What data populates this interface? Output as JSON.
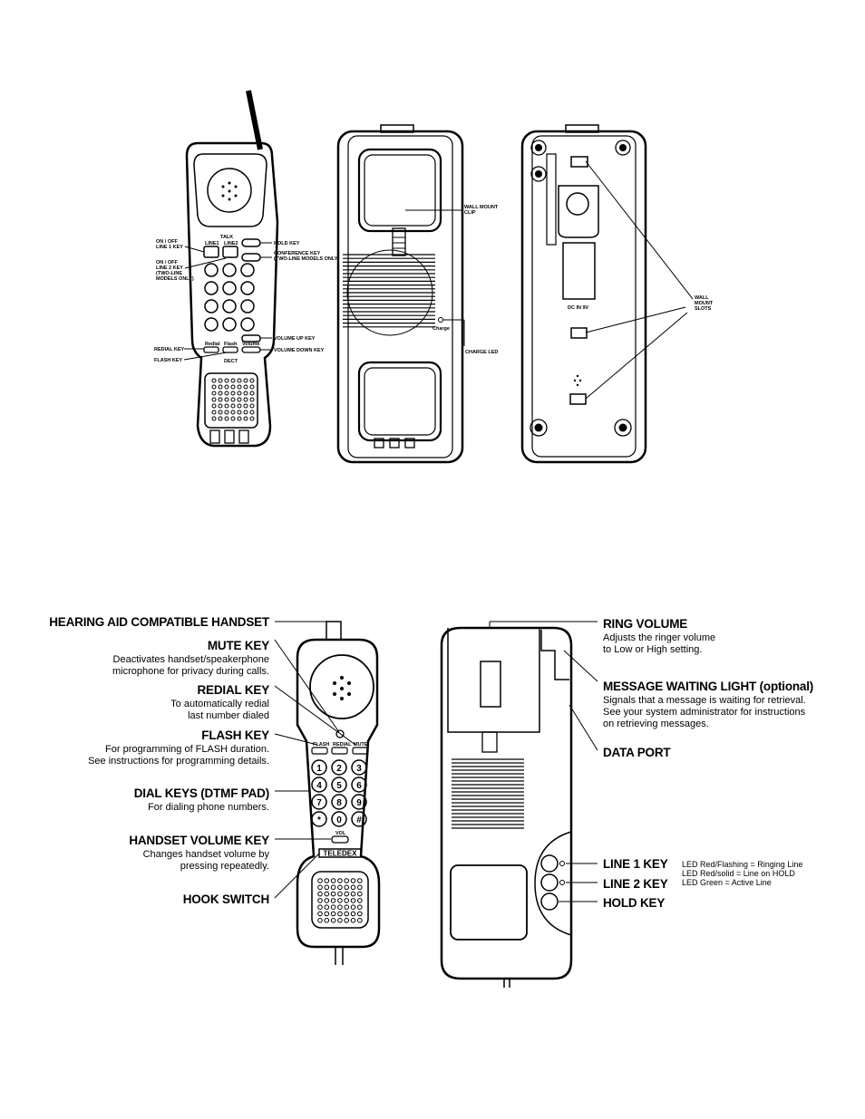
{
  "top_diagram": {
    "handset_labels": {
      "talk": "TALK",
      "line1_button": "LINE1",
      "line2_button": "LINE2",
      "redial_button": "Redial",
      "flash_button": "Flash",
      "volume_button": "Volume",
      "brand": "DECT",
      "on_off_line1": [
        "ON / OFF",
        "LINE 1 KEY"
      ],
      "on_off_line2": [
        "ON / OFF",
        "LINE 2 KEY",
        "(TWO-LINE",
        "MODELS ONLY)"
      ],
      "hold_key": "HOLD KEY",
      "conference_key": [
        "CONFERENCE KEY",
        "(TWO-LINE MODELS ONLY)"
      ],
      "volume_up_key": "VOLUME UP KEY",
      "volume_down_key": "VOLUME DOWN KEY",
      "redial_key": "REDIAL KEY",
      "flash_key": "FLASH KEY"
    },
    "base_labels": {
      "wall_mount_clip": [
        "WALL MOUNT",
        "CLIP"
      ],
      "charge_led": "CHARGE LED",
      "charge_small": "Charge"
    },
    "back_labels": {
      "dc_in": "DC IN 9V",
      "wall_mount_slots": [
        "WALL",
        "MOUNT",
        "SLOTS"
      ]
    }
  },
  "bottom_diagram": {
    "left_callouts": [
      {
        "title": "HEARING AID COMPATIBLE HANDSET",
        "desc": []
      },
      {
        "title": "MUTE KEY",
        "desc": [
          "Deactivates handset/speakerphone",
          "microphone for privacy during calls."
        ]
      },
      {
        "title": "REDIAL KEY",
        "desc": [
          "To automatically redial",
          "last number dialed"
        ]
      },
      {
        "title": "FLASH KEY",
        "desc": [
          "For programming of FLASH duration.",
          "See instructions for programming details."
        ]
      },
      {
        "title": "DIAL KEYS (DTMF PAD)",
        "desc": [
          "For dialing phone numbers."
        ]
      },
      {
        "title": "HANDSET VOLUME KEY",
        "desc": [
          "Changes handset volume by",
          "pressing repeatedly."
        ]
      },
      {
        "title": "HOOK SWITCH",
        "desc": []
      }
    ],
    "right_callouts": [
      {
        "title": "RING VOLUME",
        "desc": [
          "Adjusts the ringer volume",
          "to Low or High setting."
        ]
      },
      {
        "title": "MESSAGE WAITING LIGHT (optional)",
        "desc": [
          "Signals that a message is waiting for retrieval.",
          "See your system administrator for instructions",
          "on retrieving messages."
        ]
      },
      {
        "title": "DATA PORT",
        "desc": []
      },
      {
        "title": "LINE 1 KEY",
        "desc": []
      },
      {
        "title": "LINE 2 KEY",
        "desc": []
      },
      {
        "title": "HOLD KEY",
        "desc": []
      }
    ],
    "led_legend": [
      "LED Red/Flashing = Ringing Line",
      "LED Red/solid = Line on HOLD",
      "LED Green = Active Line"
    ],
    "phone_keys": {
      "flash": "FLASH",
      "redial": "REDIAL",
      "mute": "MUTE",
      "vol": "VOL",
      "brand": "TELEDEX",
      "dial": [
        "1",
        "2",
        "3",
        "4",
        "5",
        "6",
        "7",
        "8",
        "9",
        "*",
        "0",
        "#"
      ]
    }
  }
}
